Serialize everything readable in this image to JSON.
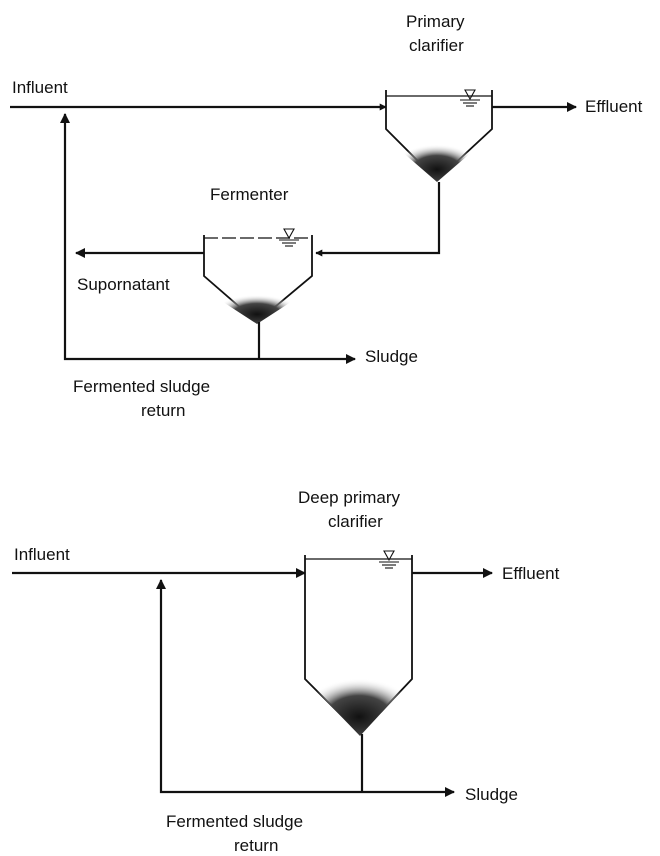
{
  "diagram_top": {
    "influent": "Influent",
    "effluent": "Effluent",
    "primary_clarifier_line1": "Primary",
    "primary_clarifier_line2": "clarifier",
    "fermenter": "Fermenter",
    "supernatant": "Supornatant",
    "sludge": "Sludge",
    "return_line1": "Fermented sludge",
    "return_line2": "return"
  },
  "diagram_bottom": {
    "influent": "Influent",
    "effluent": "Effluent",
    "clarifier_line1": "Deep primary",
    "clarifier_line2": "clarifier",
    "sludge": "Sludge",
    "return_line1": "Fermented sludge",
    "return_line2": "return"
  },
  "colors": {
    "ink": "#111111",
    "background": "#ffffff"
  }
}
